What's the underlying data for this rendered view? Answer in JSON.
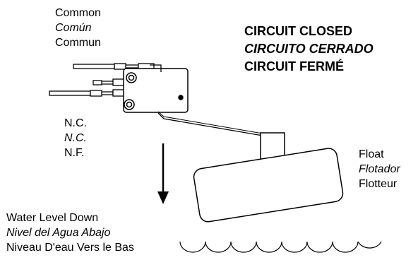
{
  "common": {
    "en": "Common",
    "es": "Común",
    "fr": "Commun"
  },
  "state": {
    "en": "CIRCUIT CLOSED",
    "es": "CIRCUITO CERRADO",
    "fr": "CIRCUIT FERMÉ"
  },
  "nc": {
    "en": "N.C.",
    "es": "N.C.",
    "fr": "N.F."
  },
  "float": {
    "en": "Float",
    "es": "Flotador",
    "fr": "Flotteur"
  },
  "water": {
    "en": "Water Level Down",
    "es": "Nivel del Agua Abajo",
    "fr": "Niveau D'eau Vers le Bas"
  },
  "colors": {
    "ink": "#000000",
    "paper": "#ffffff"
  }
}
